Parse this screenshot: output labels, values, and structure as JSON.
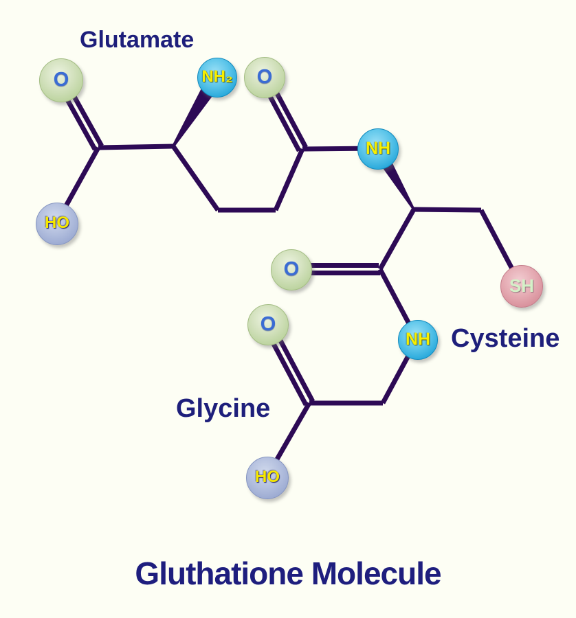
{
  "title": "Gluthatione Molecule",
  "group_labels": {
    "glutamate": "Glutamate",
    "cysteine": "Cysteine",
    "glycine": "Glycine"
  },
  "atoms": [
    {
      "symbol": "O",
      "type": "oxygen",
      "group": "glutamate-carboxyl"
    },
    {
      "symbol": "NH₂",
      "type": "nitrogen",
      "group": "glutamate-amine"
    },
    {
      "symbol": "O",
      "type": "oxygen",
      "group": "glutamate-amide-carbonyl"
    },
    {
      "symbol": "NH",
      "type": "nitrogen",
      "group": "peptide-bond-glutamate-cysteine"
    },
    {
      "symbol": "SH",
      "type": "sulfur",
      "group": "cysteine-thiol"
    },
    {
      "symbol": "O",
      "type": "oxygen",
      "group": "cysteine-carbonyl"
    },
    {
      "symbol": "NH",
      "type": "nitrogen",
      "group": "peptide-bond-cysteine-glycine"
    },
    {
      "symbol": "O",
      "type": "oxygen",
      "group": "glycine-carbonyl"
    },
    {
      "symbol": "HO",
      "type": "hydroxyl",
      "group": "glycine-hydroxyl"
    },
    {
      "symbol": "HO",
      "type": "hydroxyl",
      "group": "glutamate-hydroxyl"
    }
  ],
  "colors": {
    "background": "#fdfef4",
    "bond": "#2d0a55",
    "label_text": "#1e1f7b",
    "oxygen_fill": "#bdd4a0",
    "oxygen_text": "#3a6cd4",
    "nitrogen_fill": "#27a8db",
    "nitrogen_text": "#f8ef00",
    "sulfur_fill": "#d68c98",
    "sulfur_text": "#d4f1c8",
    "hydroxyl_fill": "#98a7d0",
    "hydroxyl_text": "#f6e800"
  }
}
